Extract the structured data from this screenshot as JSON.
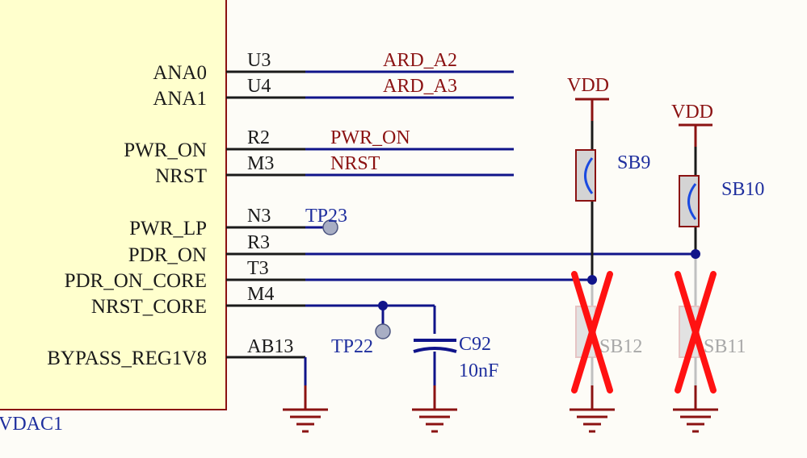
{
  "ic": {
    "designator": "VDAC1"
  },
  "pins": [
    {
      "name": "ANA0",
      "number": "U3"
    },
    {
      "name": "ANA1",
      "number": "U4"
    },
    {
      "name": "PWR_ON",
      "number": "R2"
    },
    {
      "name": "NRST",
      "number": "M3"
    },
    {
      "name": "PWR_LP",
      "number": "N3"
    },
    {
      "name": "PDR_ON",
      "number": "R3"
    },
    {
      "name": "PDR_ON_CORE",
      "number": "T3"
    },
    {
      "name": "NRST_CORE",
      "number": "M4"
    },
    {
      "name": "BYPASS_REG1V8",
      "number": "AB13"
    }
  ],
  "nets": {
    "ard_a2": "ARD_A2",
    "ard_a3": "ARD_A3",
    "pwr_on": "PWR_ON",
    "nrst": "NRST"
  },
  "test_points": {
    "tp23": "TP23",
    "tp22": "TP22"
  },
  "capacitor": {
    "designator": "C92",
    "value": "10nF"
  },
  "power": {
    "vdd_left": "VDD",
    "vdd_right": "VDD"
  },
  "solder_bridges": [
    {
      "label": "SB9",
      "state": "fitted"
    },
    {
      "label": "SB10",
      "state": "fitted"
    },
    {
      "label": "SB12",
      "state": "not fitted"
    },
    {
      "label": "SB11",
      "state": "not fitted"
    }
  ],
  "colors": {
    "wire": "#10148a",
    "net_label": "#8b1212",
    "component_label": "#1f2f9e",
    "ic_fill": "#ffffcd",
    "dnp_mark": "#ff1212",
    "background": "#fdfcf7"
  }
}
